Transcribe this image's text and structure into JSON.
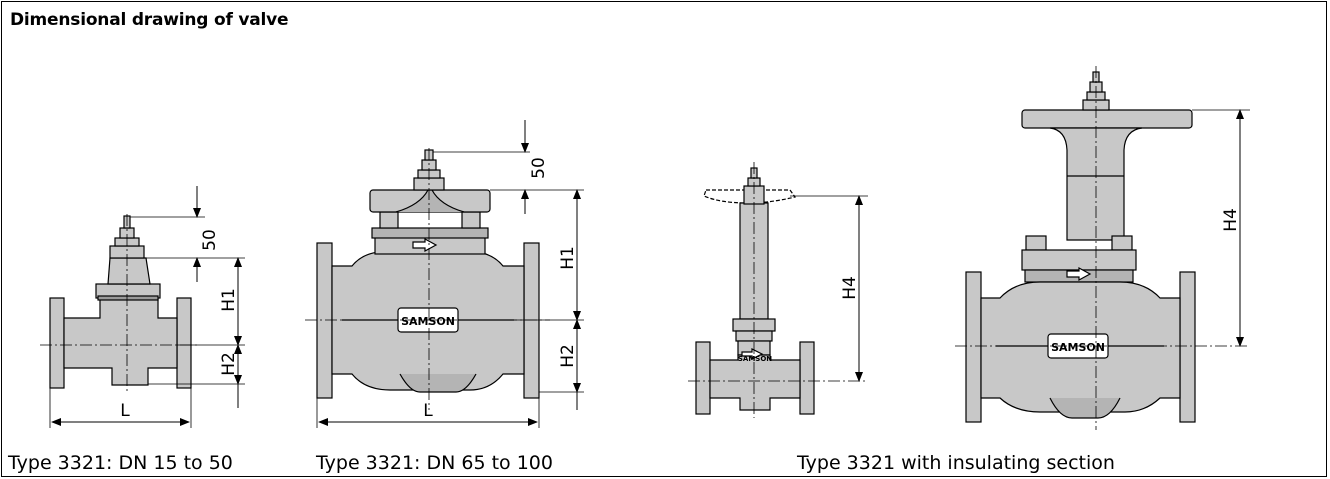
{
  "title": "Dimensional drawing of valve",
  "captions": {
    "small": "Type 3321: DN 15 to 50",
    "large": "Type 3321: DN 65 to 100",
    "insulating": "Type 3321 with insulating section"
  },
  "dimensions": {
    "fifty": "50",
    "h1": "H1",
    "h2": "H2",
    "h4": "H4",
    "l": "L"
  },
  "logo": "SAMSON",
  "colors": {
    "body_fill": "#c8c8c8",
    "outline": "#000000"
  }
}
